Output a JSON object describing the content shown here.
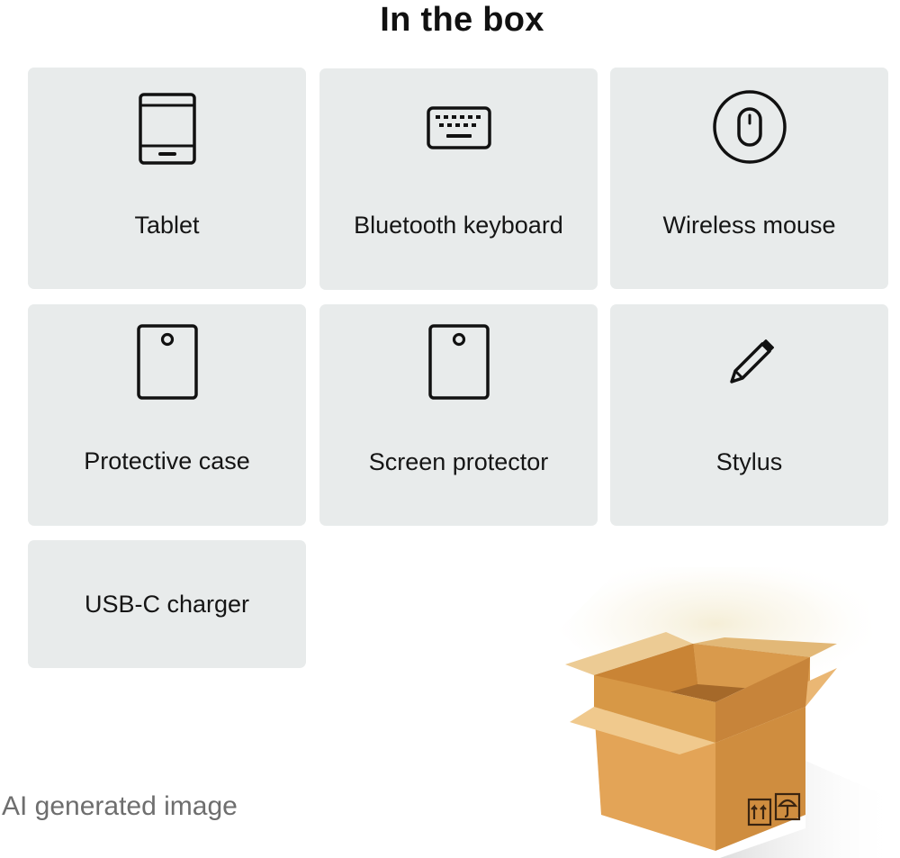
{
  "title": "In the box",
  "items": [
    {
      "label": "Tablet",
      "icon": "tablet-icon"
    },
    {
      "label": "Bluetooth keyboard",
      "icon": "keyboard-icon"
    },
    {
      "label": "Wireless mouse",
      "icon": "mouse-icon"
    },
    {
      "label": "Protective case",
      "icon": "case-icon"
    },
    {
      "label": "Screen protector",
      "icon": "screen-protector-icon"
    },
    {
      "label": "Stylus",
      "icon": "stylus-icon"
    },
    {
      "label": "USB-C charger",
      "icon": ""
    }
  ],
  "caption": "AI generated image",
  "colors": {
    "card_background": "#e8ebeb",
    "text": "#151515",
    "caption": "#6e6e6e",
    "box_front": "#e3a457",
    "box_side": "#cf8d3f",
    "box_flap": "#eeca8e"
  }
}
